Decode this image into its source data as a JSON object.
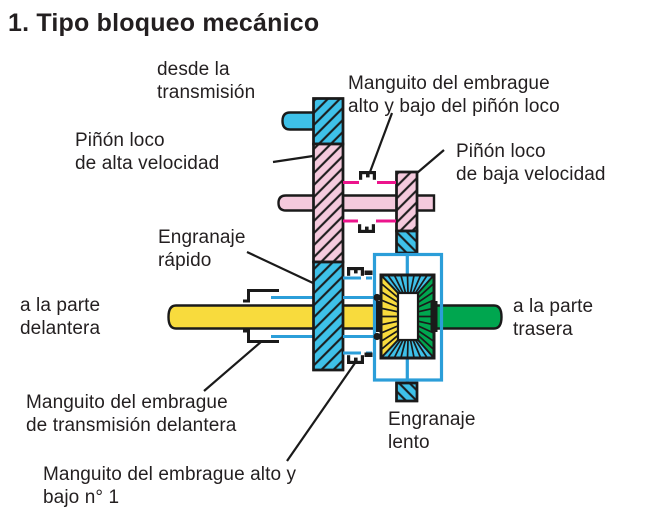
{
  "title": "1. Tipo bloqueo mecánico",
  "labels": {
    "desde_transmision": {
      "line1": "desde la",
      "line2": "transmisión"
    },
    "manguito_pinon_loco": {
      "line1": "Manguito del embrague",
      "line2": "alto y bajo del piñón loco"
    },
    "pinon_alta": {
      "line1": "Piñón loco",
      "line2": "de alta velocidad"
    },
    "pinon_baja": {
      "line1": "Piñón loco",
      "line2": "de baja velocidad"
    },
    "engranaje_rapido": {
      "line1": "Engranaje",
      "line2": "rápido"
    },
    "parte_delantera": {
      "line1": "a la parte",
      "line2": "delantera"
    },
    "parte_trasera": {
      "line1": "a la parte",
      "line2": "trasera"
    },
    "manguito_delantera": {
      "line1": "Manguito del embrague",
      "line2": "de transmisión delantera"
    },
    "manguito_n1": {
      "line1": "Manguito del embrague alto y",
      "line2": "bajo n° 1"
    },
    "engranaje_lento": {
      "line1": "Engranaje",
      "line2": "lento"
    }
  },
  "colors": {
    "cyan": "#3ec1e9",
    "pink": "#f5cadd",
    "magenta": "#ec148c",
    "yellow": "#f8db3d",
    "green": "#00a64f",
    "blue": "#2b9ed9",
    "ink": "#1a1a1a",
    "text": "#231f20"
  }
}
